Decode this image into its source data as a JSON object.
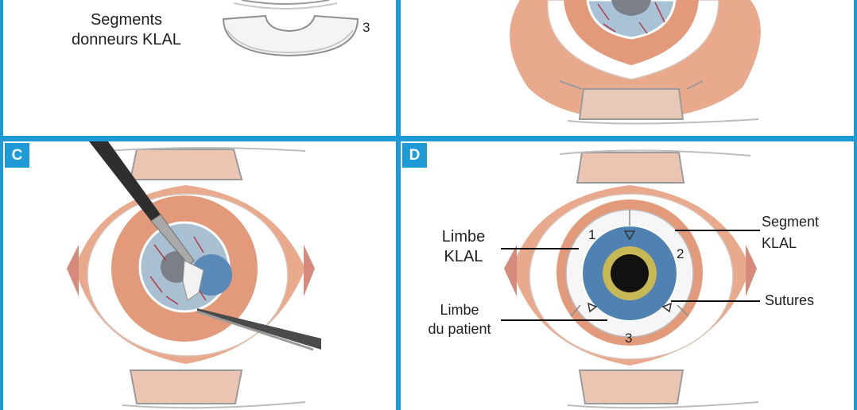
{
  "panel_a": {
    "label_line1": "Segments",
    "label_line2": "donneurs KLAL",
    "segment_number": "3"
  },
  "panel_c": {
    "badge": "C"
  },
  "panel_d": {
    "badge": "D",
    "limbe_klal_line1": "Limbe",
    "limbe_klal_line2": "KLAL",
    "limbe_patient_line1": "Limbe",
    "limbe_patient_line2": "du patient",
    "segment_klal_line1": "Segment",
    "segment_klal_line2": "KLAL",
    "sutures": "Sutures",
    "num_1": "1",
    "num_2": "2",
    "num_3": "3"
  },
  "colors": {
    "frame_blue": "#1e9ad6",
    "skin": "#e9a98c",
    "iris_blue": "#5d8fbf",
    "vessel_red": "#b03a4a"
  }
}
